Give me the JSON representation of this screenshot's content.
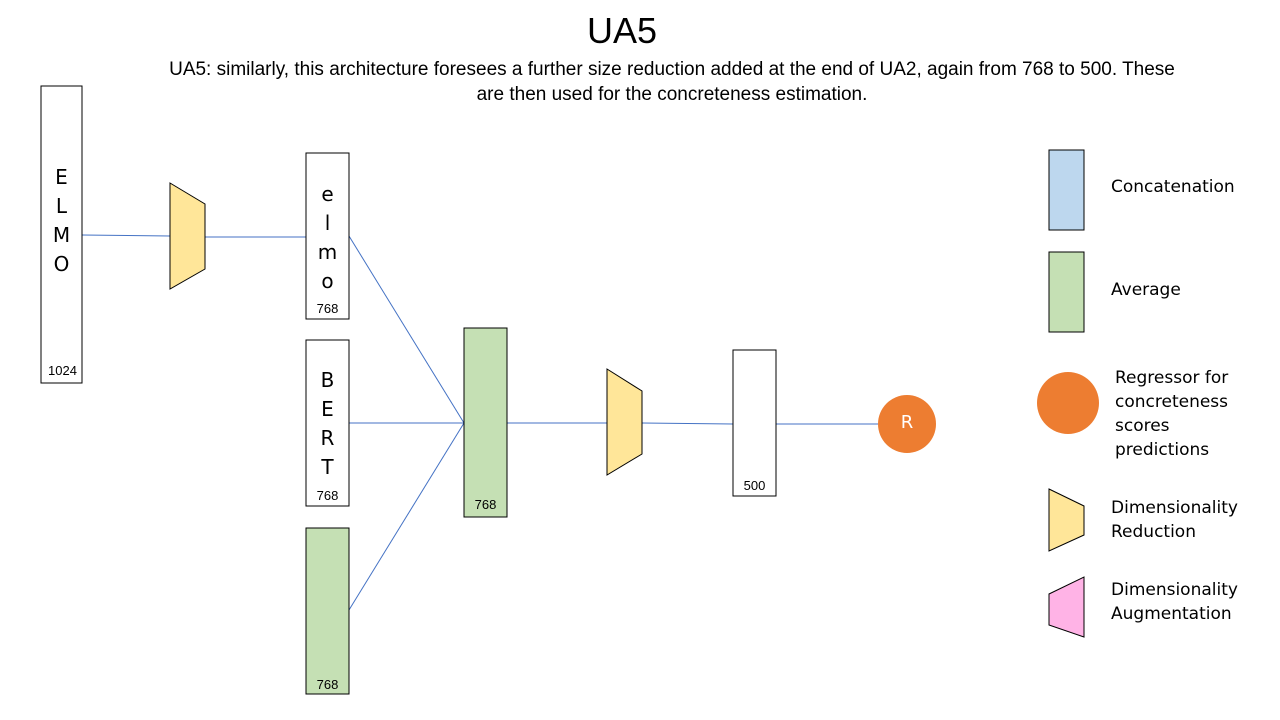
{
  "title": "UA5",
  "description": "UA5: similarly, this architecture foresees a further size reduction added at the end of UA2, again from 768 to 500. These are then used for the concreteness estimation.",
  "blocks": {
    "elmo_input": {
      "letters": [
        "E",
        "L",
        "M",
        "O"
      ],
      "dim": "1024"
    },
    "elmo_reduced": {
      "letters": [
        "e",
        "l",
        "m",
        "o"
      ],
      "dim": "768"
    },
    "bert": {
      "letters": [
        "B",
        "E",
        "R",
        "T"
      ],
      "dim": "768"
    },
    "green_input": {
      "dim": "768"
    },
    "average": {
      "dim": "768"
    },
    "output": {
      "dim": "500"
    },
    "regressor": {
      "label": "R"
    }
  },
  "legend": {
    "concatenation": "Concatenation",
    "average": "Average",
    "regressor": [
      "Regressor for",
      "concreteness",
      "scores",
      "predictions"
    ],
    "reduction": [
      "Dimensionality",
      "Reduction"
    ],
    "augmentation": [
      "Dimensionality",
      "Augmentation"
    ]
  },
  "colors": {
    "concatenation": "#bdd7ee",
    "average": "#c5e0b4",
    "reduction": "#ffe699",
    "augmentation": "#ffb3e6",
    "regressor": "#ed7d31",
    "connector": "#4472c4"
  }
}
